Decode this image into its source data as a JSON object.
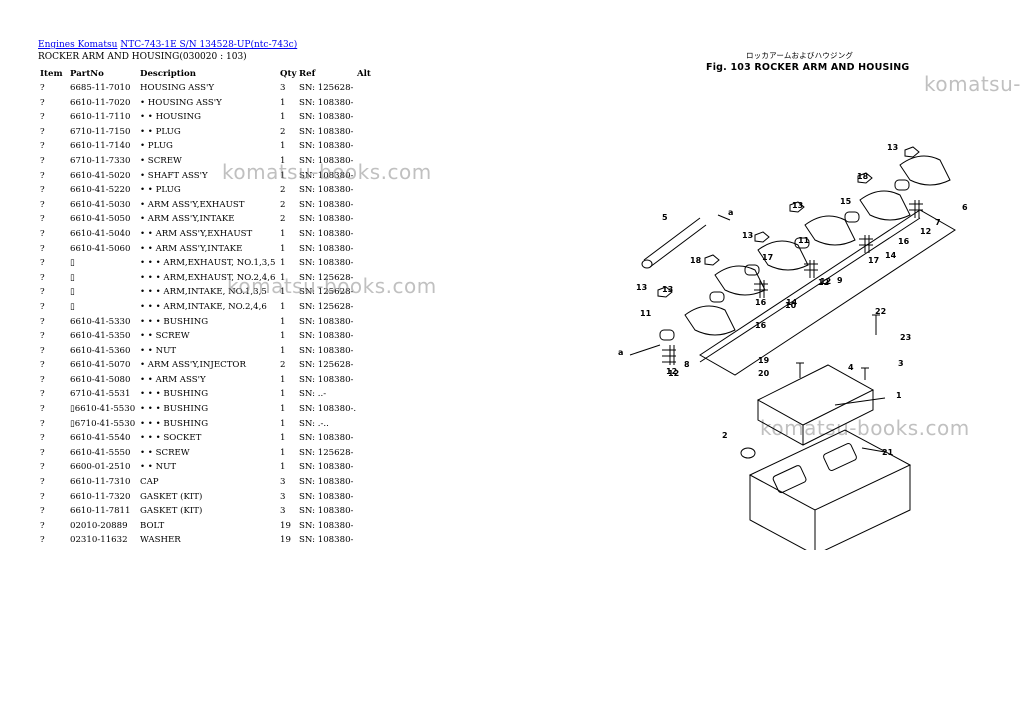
{
  "breadcrumb": {
    "link1": "Engines Komatsu",
    "link2": "NTC-743-1E S/N 134528-UP(ntc-743c)"
  },
  "section_title": "ROCKER ARM AND HOUSING(030020 : 103)",
  "table": {
    "headers": [
      "Item",
      "PartNo",
      "Description",
      "Qty",
      "Ref",
      "Alt"
    ],
    "rows": [
      [
        "?",
        "6685-11-7010",
        "HOUSING ASS'Y",
        "3",
        "SN: 125628-",
        ""
      ],
      [
        "?",
        "6610-11-7020",
        "• HOUSING ASS'Y",
        "1",
        "SN: 108380-",
        ""
      ],
      [
        "?",
        "6610-11-7110",
        "• • HOUSING",
        "1",
        "SN: 108380-",
        ""
      ],
      [
        "?",
        "6710-11-7150",
        "• • PLUG",
        "2",
        "SN: 108380-",
        ""
      ],
      [
        "?",
        "6610-11-7140",
        "• PLUG",
        "1",
        "SN: 108380-",
        ""
      ],
      [
        "?",
        "6710-11-7330",
        "• SCREW",
        "1",
        "SN: 108380-",
        ""
      ],
      [
        "?",
        "6610-41-5020",
        "• SHAFT ASS'Y",
        "1",
        "SN: 108380-",
        ""
      ],
      [
        "?",
        "6610-41-5220",
        "• • PLUG",
        "2",
        "SN: 108380-",
        ""
      ],
      [
        "?",
        "6610-41-5030",
        "• ARM ASS'Y,EXHAUST",
        "2",
        "SN: 108380-",
        ""
      ],
      [
        "?",
        "6610-41-5050",
        "• ARM ASS'Y,INTAKE",
        "2",
        "SN: 108380-",
        ""
      ],
      [
        "?",
        "6610-41-5040",
        "• • ARM ASS'Y,EXHAUST",
        "1",
        "SN: 108380-",
        ""
      ],
      [
        "?",
        "6610-41-5060",
        "• • ARM ASS'Y,INTAKE",
        "1",
        "SN: 108380-",
        ""
      ],
      [
        "?",
        "▯",
        "• • • ARM,EXHAUST, NO.1,3,5",
        "1",
        "SN: 108380-",
        ""
      ],
      [
        "?",
        "▯",
        "• • • ARM,EXHAUST, NO.2,4,6",
        "1",
        "SN: 125628-",
        ""
      ],
      [
        "?",
        "▯",
        "• • • ARM,INTAKE, NO.1,3,5",
        "1",
        "SN: 125628-",
        ""
      ],
      [
        "?",
        "▯",
        "• • • ARM,INTAKE, NO.2,4,6",
        "1",
        "SN: 125628-",
        ""
      ],
      [
        "?",
        "6610-41-5330",
        "• • • BUSHING",
        "1",
        "SN: 108380-",
        ""
      ],
      [
        "?",
        "6610-41-5350",
        "• • SCREW",
        "1",
        "SN: 108380-",
        ""
      ],
      [
        "?",
        "6610-41-5360",
        "• • NUT",
        "1",
        "SN: 108380-",
        ""
      ],
      [
        "?",
        "6610-41-5070",
        "• ARM ASS'Y,INJECTOR",
        "2",
        "SN: 125628-",
        ""
      ],
      [
        "?",
        "6610-41-5080",
        "• • ARM ASS'Y",
        "1",
        "SN: 108380-",
        ""
      ],
      [
        "?",
        "6710-41-5531",
        "• • • BUSHING",
        "1",
        "SN: ..-",
        ""
      ],
      [
        "?",
        "▯6610-41-5530",
        "• • • BUSHING",
        "1",
        "SN: 108380-.",
        ""
      ],
      [
        "?",
        "▯6710-41-5530",
        "• • • BUSHING",
        "1",
        "SN: .-..",
        ""
      ],
      [
        "?",
        "6610-41-5540",
        "• • • SOCKET",
        "1",
        "SN: 108380-",
        ""
      ],
      [
        "?",
        "6610-41-5550",
        "• • SCREW",
        "1",
        "SN: 125628-",
        ""
      ],
      [
        "?",
        "6600-01-2510",
        "• • NUT",
        "1",
        "SN: 108380-",
        ""
      ],
      [
        "?",
        "6610-11-7310",
        "CAP",
        "3",
        "SN: 108380-",
        ""
      ],
      [
        "?",
        "6610-11-7320",
        "GASKET (KIT)",
        "3",
        "SN: 108380-",
        ""
      ],
      [
        "?",
        "6610-11-7811",
        "GASKET (KIT)",
        "3",
        "SN: 108380-",
        ""
      ],
      [
        "?",
        "02010-20889",
        "BOLT",
        "19",
        "SN: 108380-",
        ""
      ],
      [
        "?",
        "02310-11632",
        "WASHER",
        "19",
        "SN: 108380-",
        ""
      ]
    ]
  },
  "watermarks": [
    "komatsu-books.com",
    "komatsu-books.com",
    "komatsu-books.com",
    "komatsu-"
  ],
  "figure": {
    "caption_jp": "ロッカアームおよびハウジング",
    "caption": "Fig. 103 ROCKER ARM AND HOUSING",
    "callouts": [
      "13",
      "18",
      "13",
      "17",
      "15",
      "7",
      "6",
      "5",
      "a",
      "13",
      "11",
      "14",
      "16",
      "12",
      "13",
      "18",
      "10",
      "9",
      "12",
      "17",
      "8",
      "12",
      "13",
      "16",
      "14",
      "11",
      "12",
      "16",
      "a",
      "22",
      "23",
      "19",
      "20",
      "4",
      "3",
      "1",
      "2",
      "21",
      "12"
    ]
  }
}
